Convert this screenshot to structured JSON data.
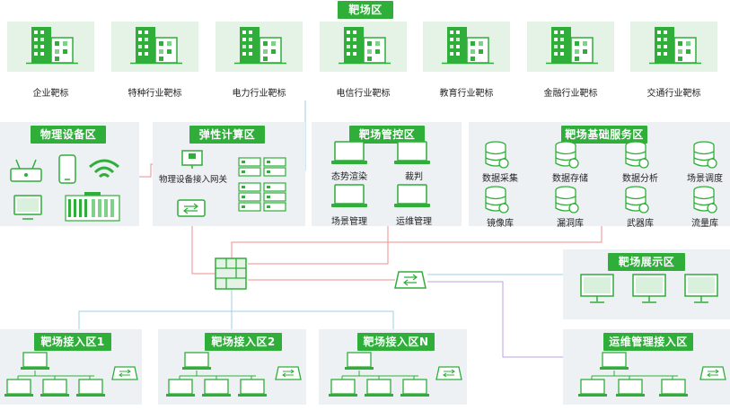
{
  "colors": {
    "accent": "#2fae3a",
    "zone_bg": "#eef1f4",
    "tile_bg": "#e4f3e6",
    "link_red": "#ef8d8d",
    "link_blue": "#9ccfe6",
    "link_purple": "#b9a3dc"
  },
  "range_area": {
    "title": "靶场区",
    "targets": [
      "企业靶标",
      "特种行业靶标",
      "电力行业靶标",
      "电信行业靶标",
      "教育行业靶标",
      "金融行业靶标",
      "交通行业靶标"
    ]
  },
  "physical_zone": {
    "title": "物理设备区",
    "icons": [
      "router-icon",
      "phone-icon",
      "wifi-icon",
      "monitor-icon",
      "server-rack-icon"
    ]
  },
  "compute_zone": {
    "title": "弹性计算区",
    "gateway_label": "物理设备接入网关"
  },
  "control_zone": {
    "title": "靶场管控区",
    "items": [
      "态势渲染",
      "裁判",
      "场景管理",
      "运维管理"
    ]
  },
  "base_service_zone": {
    "title": "靶场基础服务区",
    "items": [
      "数据采集",
      "数据存储",
      "数据分析",
      "场景调度",
      "镜像库",
      "漏洞库",
      "武器库",
      "流量库"
    ]
  },
  "display_zone": {
    "title": "靶场展示区"
  },
  "access_zones": [
    {
      "title": "靶场接入区1"
    },
    {
      "title": "靶场接入区2"
    },
    {
      "title": "靶场接入区N"
    }
  ],
  "ops_access_zone": {
    "title": "运维管理接入区"
  }
}
